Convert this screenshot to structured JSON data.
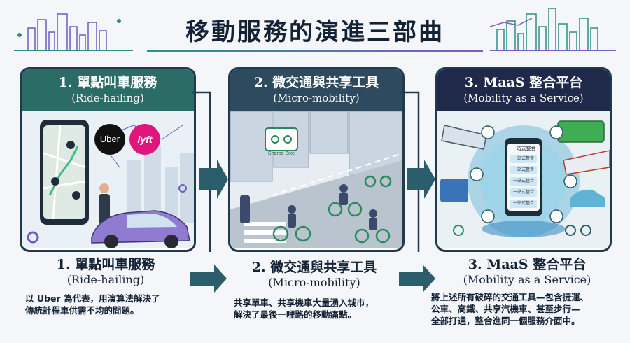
{
  "title": "移動服務的演進三部曲",
  "stages": [
    {
      "header_title": "1. 單點叫車服務",
      "header_subtitle": "(Ride-hailing)",
      "brand_uber": "Uber",
      "brand_lyft": "lyft",
      "bottom_title": "1. 單點叫車服務",
      "bottom_subtitle": "(Ride-hailing)",
      "desc_line1": "以 Uber 為代表，用演算法解決了",
      "desc_line2": "傳統計程車供需不均的問題。"
    },
    {
      "header_title": "2. 微交通與共享工具",
      "header_subtitle": "(Micro-mobility)",
      "sign_label": "Shared Bike",
      "bottom_title": "2. 微交通與共享工具",
      "bottom_subtitle": "(Micro-mobility)",
      "desc_line1": "共享單車、共享機車大量湧入城市，",
      "desc_line2": "解決了最後一哩路的移動痛點。"
    },
    {
      "header_title": "3. MaaS 整合平台",
      "header_subtitle": "(Mobility as a Service)",
      "phone_header": "一站式整合",
      "phone_items": [
        "一站式整合",
        "一站式整合",
        "一站式整合",
        "一站式整合",
        "一站式整合"
      ],
      "bottom_title": "3. MaaS 整合平台",
      "bottom_subtitle": "(Mobility as a Service)",
      "desc_line1": "將上述所有破碎的交通工具—包含捷運、",
      "desc_line2": "公車、高鐵、共享汽機車、甚至步行—",
      "desc_line3": "全部打通，整合進同一個服務介面中。"
    }
  ],
  "colors": {
    "stage1_header": "#2b6d66",
    "stage2_header": "#2d4a5e",
    "stage3_header": "#1f2a4a",
    "arrow": "#2b5d6a"
  }
}
